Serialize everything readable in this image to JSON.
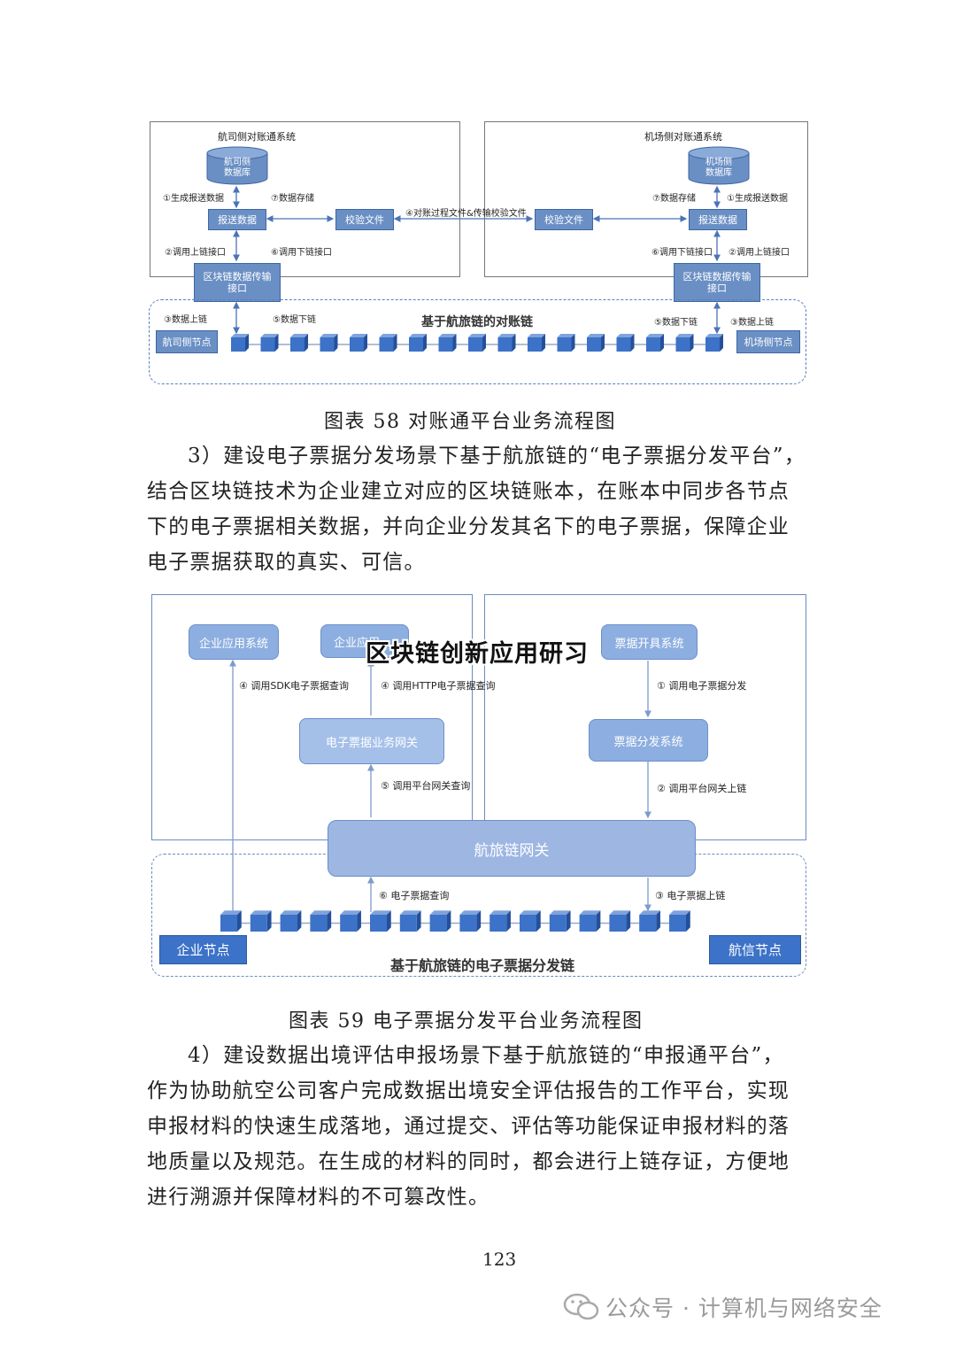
{
  "figure58": {
    "left_system_title": "航司侧对账通系统",
    "right_system_title": "机场侧对账通系统",
    "left_db": "航司侧\n数据库",
    "right_db": "机场侧\n数据库",
    "left_step1": "①生成报送数据",
    "left_step7": "⑦数据存储",
    "right_step7": "⑦数据存储",
    "right_step1": "①生成报送数据",
    "left_report": "报送数据",
    "right_report": "报送数据",
    "left_verify": "校验文件",
    "right_verify": "校验文件",
    "middle_step4": "④对账过程文件&传输校验文件",
    "left_step2": "②调用上链接口",
    "left_step6": "⑥调用下链接口",
    "right_step6": "⑥调用下链接口",
    "right_step2": "②调用上链接口",
    "left_iface": "区块链数据传输\n接口",
    "right_iface": "区块链数据传输\n接口",
    "left_step3": "③数据上链",
    "left_step5": "⑤数据下链",
    "right_step5": "⑤数据下链",
    "right_step3": "③数据上链",
    "chain_title": "基于航旅链的对账链",
    "left_node": "航司侧节点",
    "right_node": "机场侧节点"
  },
  "caption58": "图表  58  对账通平台业务流程图",
  "para3_line1": "3）建设电子票据分发场景下基于航旅链的“电子票据分发平台”，",
  "para3_rest": "结合区块链技术为企业建立对应的区块链账本，在账本中同步各节点下的电子票据相关数据，并向企业分发其名下的电子票据，保障企业电子票据获取的真实、可信。",
  "figure59": {
    "ent_app": "企业应用系统",
    "ent_app2": "企业应用",
    "ticket_issue": "票据开具系统",
    "step4a": "④  调用SDK电子票据查询",
    "step4b": "④  调用HTTP电子票据查询",
    "step1": "①  调用电子票据分发",
    "gateway_biz": "电子票据业务网关",
    "ticket_dist": "票据分发系统",
    "step5": "⑤  调用平台网关查询",
    "step2": "②  调用平台网关上链",
    "hlg_gateway": "航旅链网关",
    "step6": "⑥  电子票据查询",
    "step3": "③  电子票据上链",
    "ent_node": "企业节点",
    "hx_node": "航信节点",
    "chain_title": "基于航旅链的电子票据分发链"
  },
  "watermark_overlay": "区块链创新应用研习",
  "caption59": "图表  59  电子票据分发平台业务流程图",
  "para4_line1": "4）建设数据出境评估申报场景下基于航旅链的“申报通平台”，",
  "para4_rest": "作为协助航空公司客户完成数据出境安全评估报告的工作平台，实现申报材料的快速生成落地，通过提交、评估等功能保证申报材料的落地质量以及规范。在生成的材料的同时，都会进行上链存证，方便地进行溯源并保障材料的不可篡改性。",
  "page_number": "123",
  "footer_watermark": "公众号 · 计算机与网络安全",
  "colors": {
    "block_blue": "#3c72c8",
    "light_blue": "#8daee0",
    "dash_blue": "#5b7fbf"
  }
}
